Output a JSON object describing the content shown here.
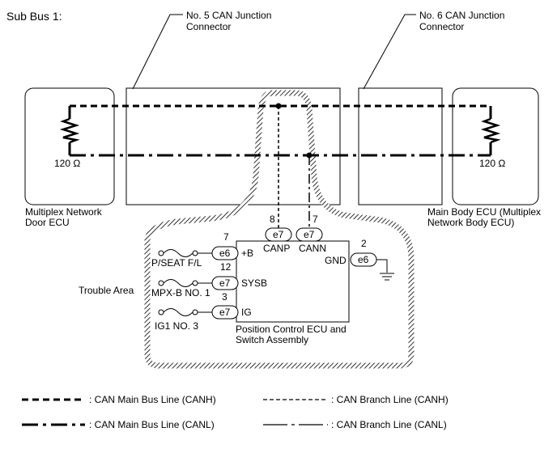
{
  "title": "Sub Bus 1:",
  "junction_connectors": {
    "no5": {
      "line1": "No. 5 CAN Junction",
      "line2": "Connector"
    },
    "no6": {
      "line1": "No. 6 CAN Junction",
      "line2": "Connector"
    }
  },
  "ecus": {
    "left": {
      "line1": "Multiplex Network",
      "line2": "Door ECU",
      "resistor": "120 Ω"
    },
    "right": {
      "line1": "Main Body ECU (Multiplex",
      "line2": "Network Body ECU)",
      "resistor": "120 Ω"
    },
    "center": {
      "line1": "Position Control ECU and",
      "line2": "Switch Assembly"
    }
  },
  "trouble_area": "Trouble Area",
  "pins": {
    "canp": {
      "number": "8",
      "connector": "e7",
      "name": "CANP"
    },
    "cann": {
      "number": "7",
      "connector": "e7",
      "name": "CANN"
    },
    "plusb": {
      "number": "7",
      "connector": "e6",
      "name": "+B",
      "fuse": "P/SEAT F/L"
    },
    "sysb": {
      "number": "12",
      "connector": "e7",
      "name": "SYSB",
      "fuse": "MPX-B NO. 1"
    },
    "ig": {
      "number": "3",
      "connector": "e7",
      "name": "IG",
      "fuse": "IG1 NO. 3"
    },
    "gnd": {
      "number": "2",
      "connector": "e6",
      "name": "GND"
    }
  },
  "legend": {
    "main_canh": ": CAN Main Bus Line (CANH)",
    "main_canl": ": CAN Main Bus Line (CANL)",
    "branch_canh": ": CAN Branch Line (CANH)",
    "branch_canl": ": CAN Branch Line (CANL)"
  },
  "icons": [
    "resistor-icon",
    "fuse-icon",
    "ground-icon",
    "hatched-trouble-boundary",
    "junction-dot"
  ]
}
